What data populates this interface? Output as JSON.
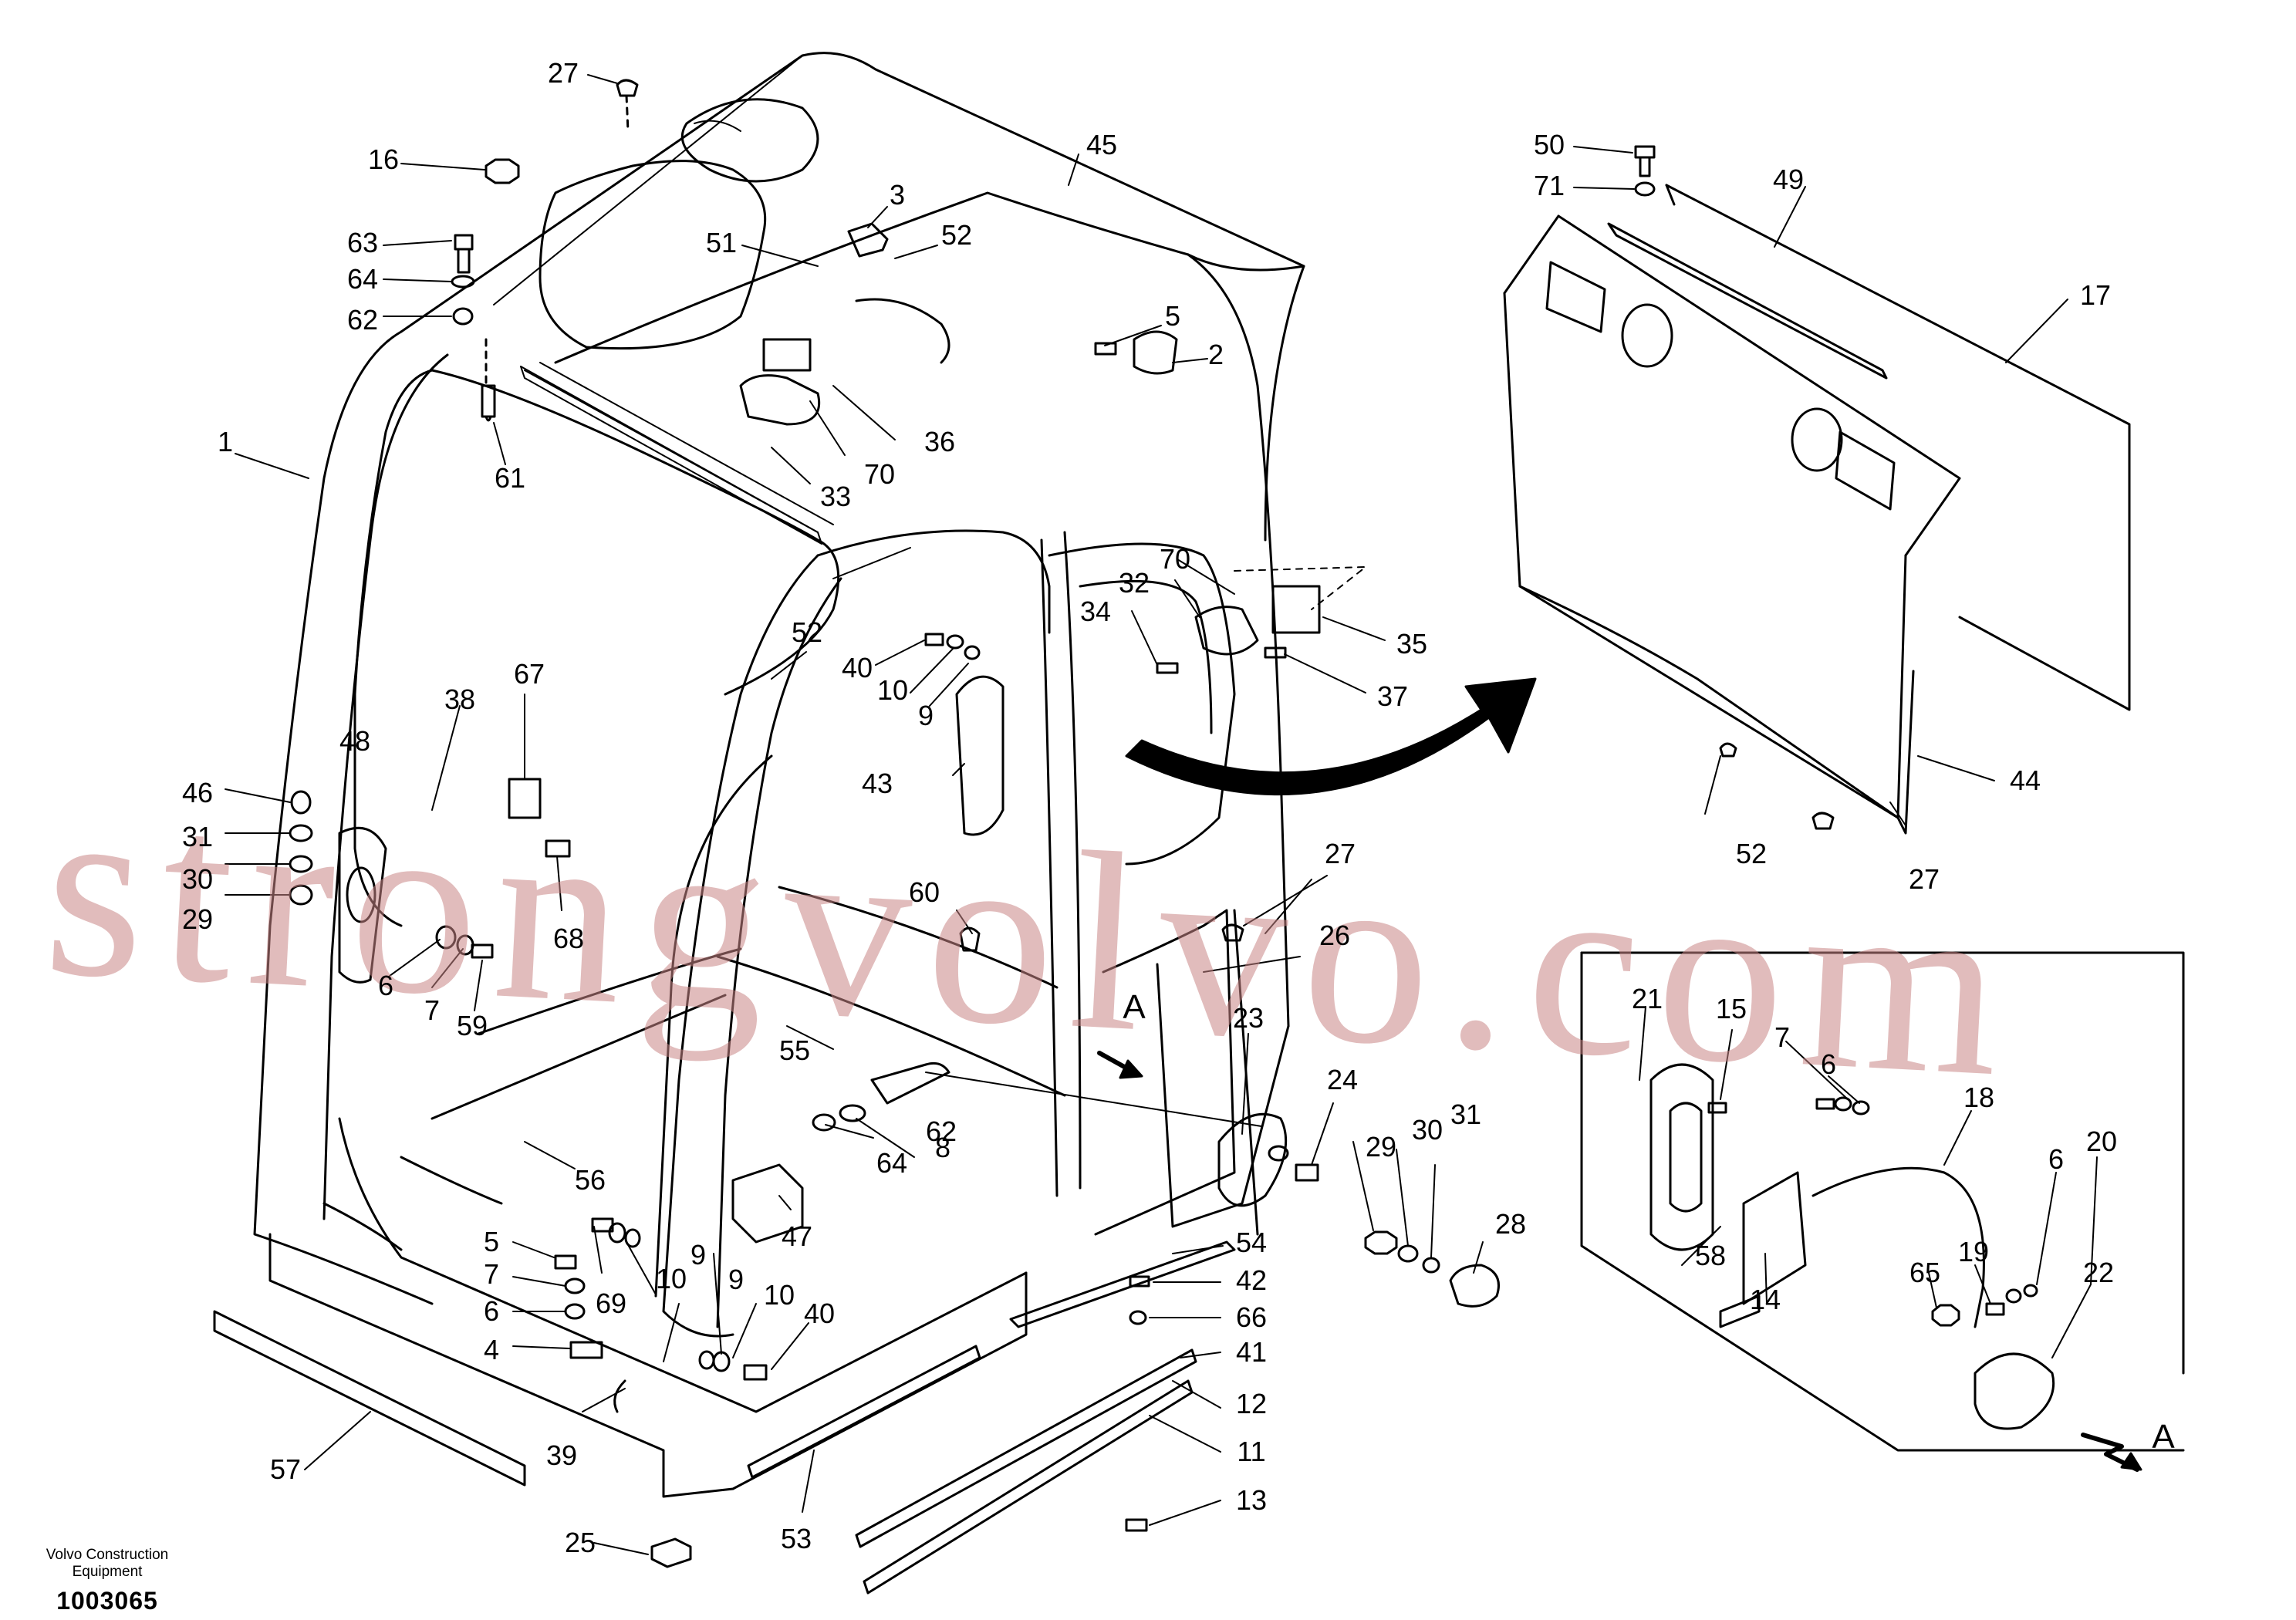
{
  "colors": {
    "line": "#000000",
    "panel_fill": "#ffffff",
    "watermark": "#c98686"
  },
  "footer": {
    "company_line1": "Volvo Construction",
    "company_line2": "Equipment",
    "drawing_number": "1003065"
  },
  "watermark_text": "strongvolvo.com",
  "view_arrow_label": "A",
  "detail_label": "A",
  "callouts": [
    "27",
    "45",
    "16",
    "3",
    "52",
    "51",
    "63",
    "64",
    "62",
    "5",
    "2",
    "1",
    "61",
    "33",
    "70",
    "36",
    "50",
    "71",
    "49",
    "17",
    "70",
    "32",
    "35",
    "34",
    "37",
    "52",
    "40",
    "10",
    "9",
    "43",
    "67",
    "38",
    "48",
    "46",
    "31",
    "30",
    "29",
    "68",
    "6",
    "7",
    "59",
    "60",
    "27",
    "26",
    "52",
    "44",
    "27",
    "55",
    "23",
    "24",
    "8",
    "62",
    "64",
    "47",
    "56",
    "29",
    "30",
    "31",
    "28",
    "5",
    "9",
    "69",
    "7",
    "6",
    "10",
    "9",
    "10",
    "40",
    "4",
    "39",
    "54",
    "42",
    "66",
    "41",
    "12",
    "11",
    "13",
    "57",
    "25",
    "53",
    "21",
    "15",
    "7",
    "6",
    "18",
    "58",
    "14",
    "6",
    "20",
    "65",
    "19",
    "22"
  ]
}
